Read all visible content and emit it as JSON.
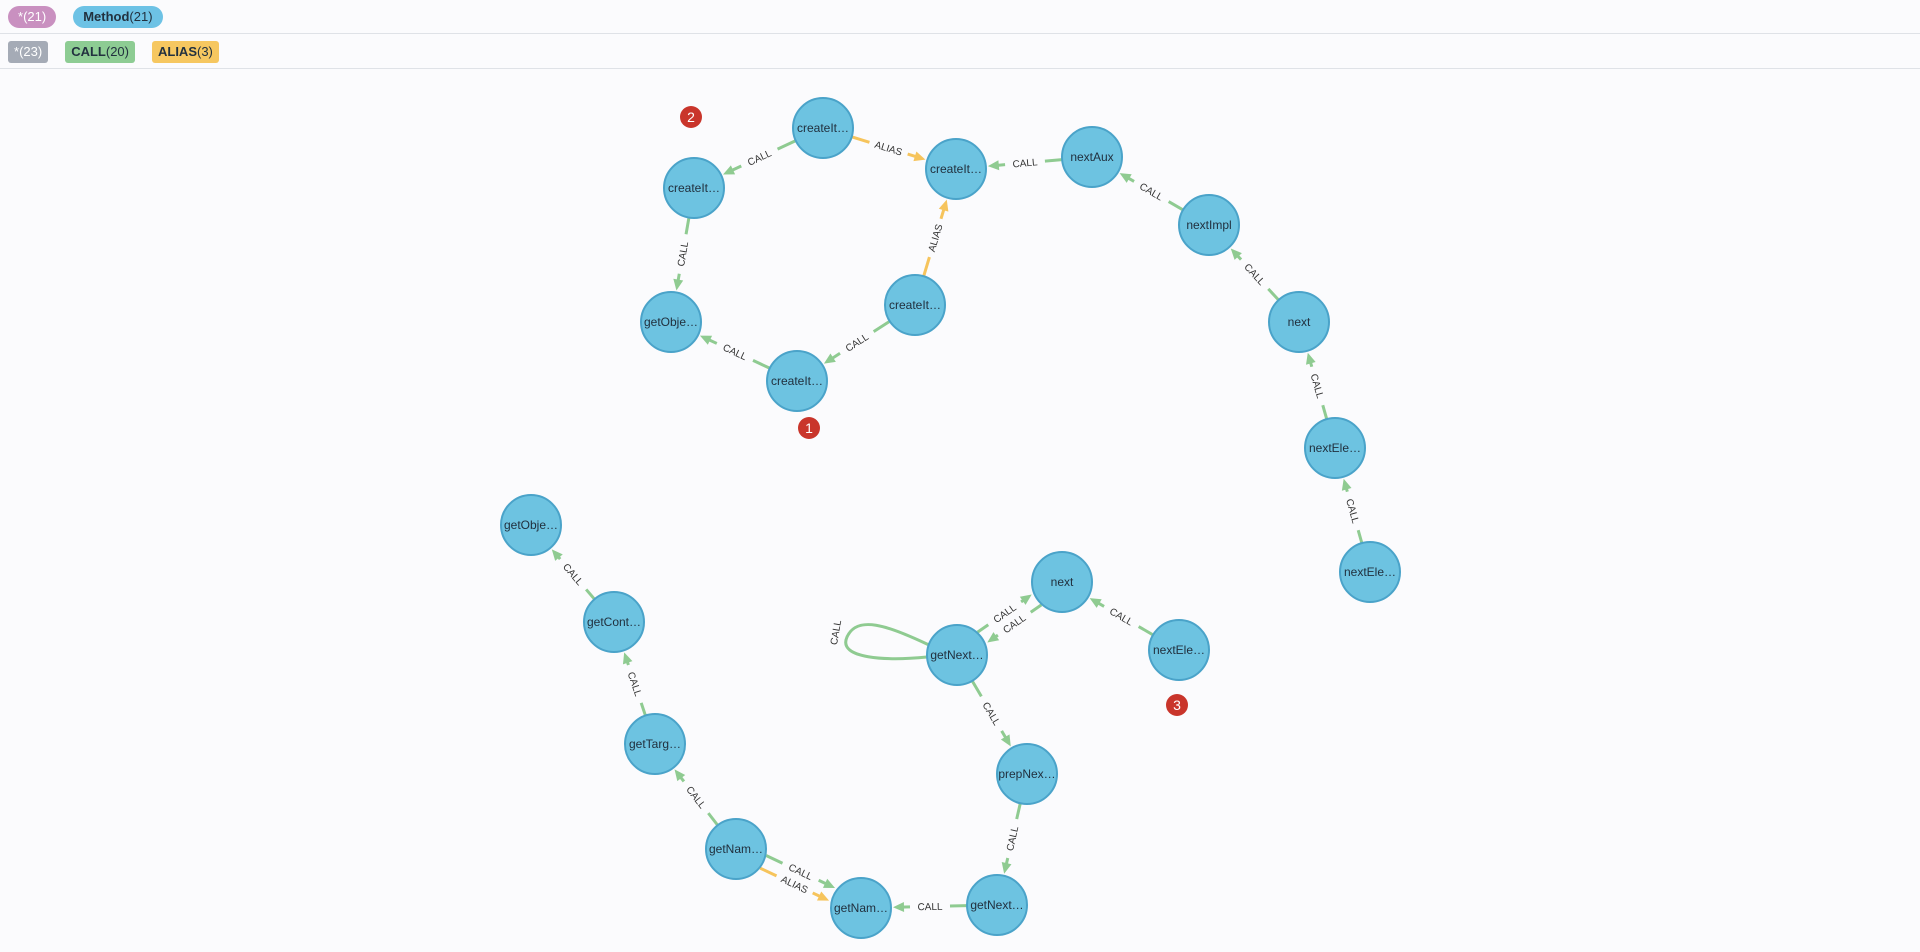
{
  "legend": {
    "node_labels": [
      {
        "name": "*",
        "count": "(21)"
      },
      {
        "name": "Method",
        "count": "(21)"
      }
    ],
    "rel_types": [
      {
        "name": "*",
        "count": "(23)"
      },
      {
        "name": "CALL",
        "count": "(20)"
      },
      {
        "name": "ALIAS",
        "count": "(3)"
      }
    ]
  },
  "colors": {
    "node_fill": "#6dc3e1",
    "node_stroke": "#4aa3c9",
    "call": "#8fcb91",
    "alias": "#f6c45c",
    "badge": "#c9352b"
  },
  "graph": {
    "nodes": [
      {
        "id": "n1",
        "label": "createIt…"
      },
      {
        "id": "n2",
        "label": "createIt…"
      },
      {
        "id": "n3",
        "label": "createIt…"
      },
      {
        "id": "n4",
        "label": "getObje…"
      },
      {
        "id": "n5",
        "label": "createIt…"
      },
      {
        "id": "n6",
        "label": "createIt…"
      },
      {
        "id": "n7",
        "label": "nextAux"
      },
      {
        "id": "n8",
        "label": "nextImpl"
      },
      {
        "id": "n9",
        "label": "next"
      },
      {
        "id": "n10",
        "label": "nextEle…"
      },
      {
        "id": "n11",
        "label": "nextEle…"
      },
      {
        "id": "n12",
        "label": "getObje…"
      },
      {
        "id": "n13",
        "label": "getCont…"
      },
      {
        "id": "n14",
        "label": "getTarg…"
      },
      {
        "id": "n15",
        "label": "getNam…"
      },
      {
        "id": "n16",
        "label": "getNam…"
      },
      {
        "id": "n17",
        "label": "getNext…"
      },
      {
        "id": "n18",
        "label": "prepNex…"
      },
      {
        "id": "n19",
        "label": "getNext…"
      },
      {
        "id": "n20",
        "label": "next"
      },
      {
        "id": "n21",
        "label": "nextEle…"
      }
    ],
    "edges": [
      {
        "from": "n1",
        "to": "n2",
        "type": "CALL"
      },
      {
        "from": "n1",
        "to": "n3",
        "type": "ALIAS"
      },
      {
        "from": "n2",
        "to": "n4",
        "type": "CALL"
      },
      {
        "from": "n5",
        "to": "n4",
        "type": "CALL"
      },
      {
        "from": "n6",
        "to": "n5",
        "type": "CALL"
      },
      {
        "from": "n6",
        "to": "n3",
        "type": "ALIAS"
      },
      {
        "from": "n7",
        "to": "n3",
        "type": "CALL"
      },
      {
        "from": "n8",
        "to": "n7",
        "type": "CALL"
      },
      {
        "from": "n9",
        "to": "n8",
        "type": "CALL"
      },
      {
        "from": "n10",
        "to": "n9",
        "type": "CALL"
      },
      {
        "from": "n11",
        "to": "n10",
        "type": "CALL"
      },
      {
        "from": "n13",
        "to": "n12",
        "type": "CALL"
      },
      {
        "from": "n14",
        "to": "n13",
        "type": "CALL"
      },
      {
        "from": "n15",
        "to": "n14",
        "type": "CALL"
      },
      {
        "from": "n15",
        "to": "n16",
        "type": "CALL"
      },
      {
        "from": "n15",
        "to": "n16",
        "type": "ALIAS"
      },
      {
        "from": "n17",
        "to": "n16",
        "type": "CALL"
      },
      {
        "from": "n18",
        "to": "n17",
        "type": "CALL"
      },
      {
        "from": "n19",
        "to": "n18",
        "type": "CALL"
      },
      {
        "from": "n19",
        "to": "n19",
        "type": "CALL"
      },
      {
        "from": "n19",
        "to": "n20",
        "type": "CALL"
      },
      {
        "from": "n20",
        "to": "n19",
        "type": "CALL"
      },
      {
        "from": "n21",
        "to": "n20",
        "type": "CALL"
      }
    ],
    "badges": [
      "1",
      "2",
      "3"
    ]
  }
}
